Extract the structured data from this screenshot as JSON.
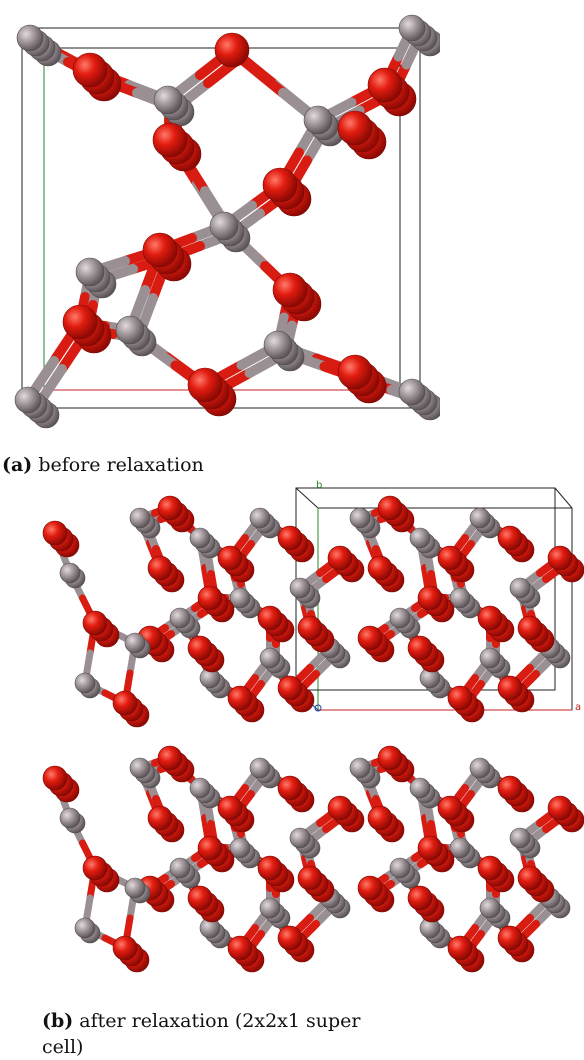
{
  "figure": {
    "panel_a": {
      "caption_tag": "(a)",
      "caption_text": " before relaxation"
    },
    "panel_b": {
      "caption_tag": "(b)",
      "caption_text": " after relaxation (2x2x1 super cell)",
      "axis_labels": {
        "b": "b",
        "a": "a"
      }
    }
  },
  "colors": {
    "oxygen": "#e01a10",
    "carbon": "#9c9196",
    "bond_red": "#d81c12",
    "bond_grey": "#9a9094",
    "cell_black": "#222222",
    "axis_green": "#2a8a2a",
    "axis_red": "#c02020",
    "axis_blue": "#2040a0"
  }
}
